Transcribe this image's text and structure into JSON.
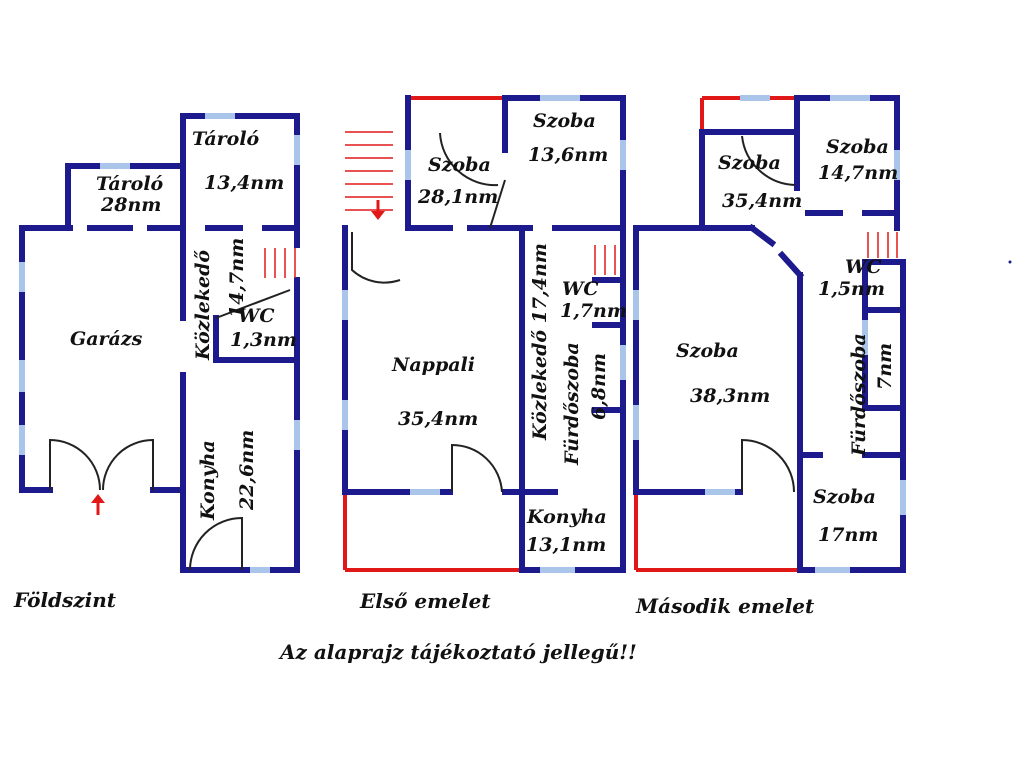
{
  "colors": {
    "wall": "#1c1a8c",
    "window": "#a9c6ea",
    "exterior_line": "#e01818",
    "stair_line": "#e01818",
    "entry_arrow": "#e01818",
    "door": "#222222"
  },
  "ground_floor": {
    "caption": "Földszint",
    "rooms": {
      "storage_a_name": "Tároló",
      "storage_a_area": "28nm",
      "storage_b_name": "Tároló",
      "storage_b_area": "13,4nm",
      "garage_name": "Garázs",
      "corridor_name": "Közlekedő",
      "corridor_area": "14,7nm",
      "wc_name": "WC",
      "wc_area": "1,3nm",
      "kitchen_name": "Konyha",
      "kitchen_area": "22,6nm"
    }
  },
  "first_floor": {
    "caption": "Első emelet",
    "rooms": {
      "room_a_name": "Szoba",
      "room_a_area": "28,1nm",
      "room_b_name": "Szoba",
      "room_b_area": "13,6nm",
      "living_name": "Nappali",
      "living_area": "35,4nm",
      "corridor_label": "Közlekedő 17,4nm",
      "wc_name": "WC",
      "wc_area": "1,7nm",
      "bath_name": "Fürdőszoba",
      "bath_area": "6,8nm",
      "kitchen_name": "Konyha",
      "kitchen_area": "13,1nm"
    }
  },
  "second_floor": {
    "caption": "Második emelet",
    "rooms": {
      "room_a_name": "Szoba",
      "room_a_area": "35,4nm",
      "room_b_name": "Szoba",
      "room_b_area": "14,7nm",
      "wc_name": "WC",
      "wc_area": "1,5nm",
      "room_c_name": "Szoba",
      "room_c_area": "38,3nm",
      "bath_name": "Fürdőszoba",
      "bath_area": "7nm",
      "room_d_name": "Szoba",
      "room_d_area": "17nm"
    }
  },
  "disclaimer": "Az alaprajz tájékoztató jellegű!!"
}
